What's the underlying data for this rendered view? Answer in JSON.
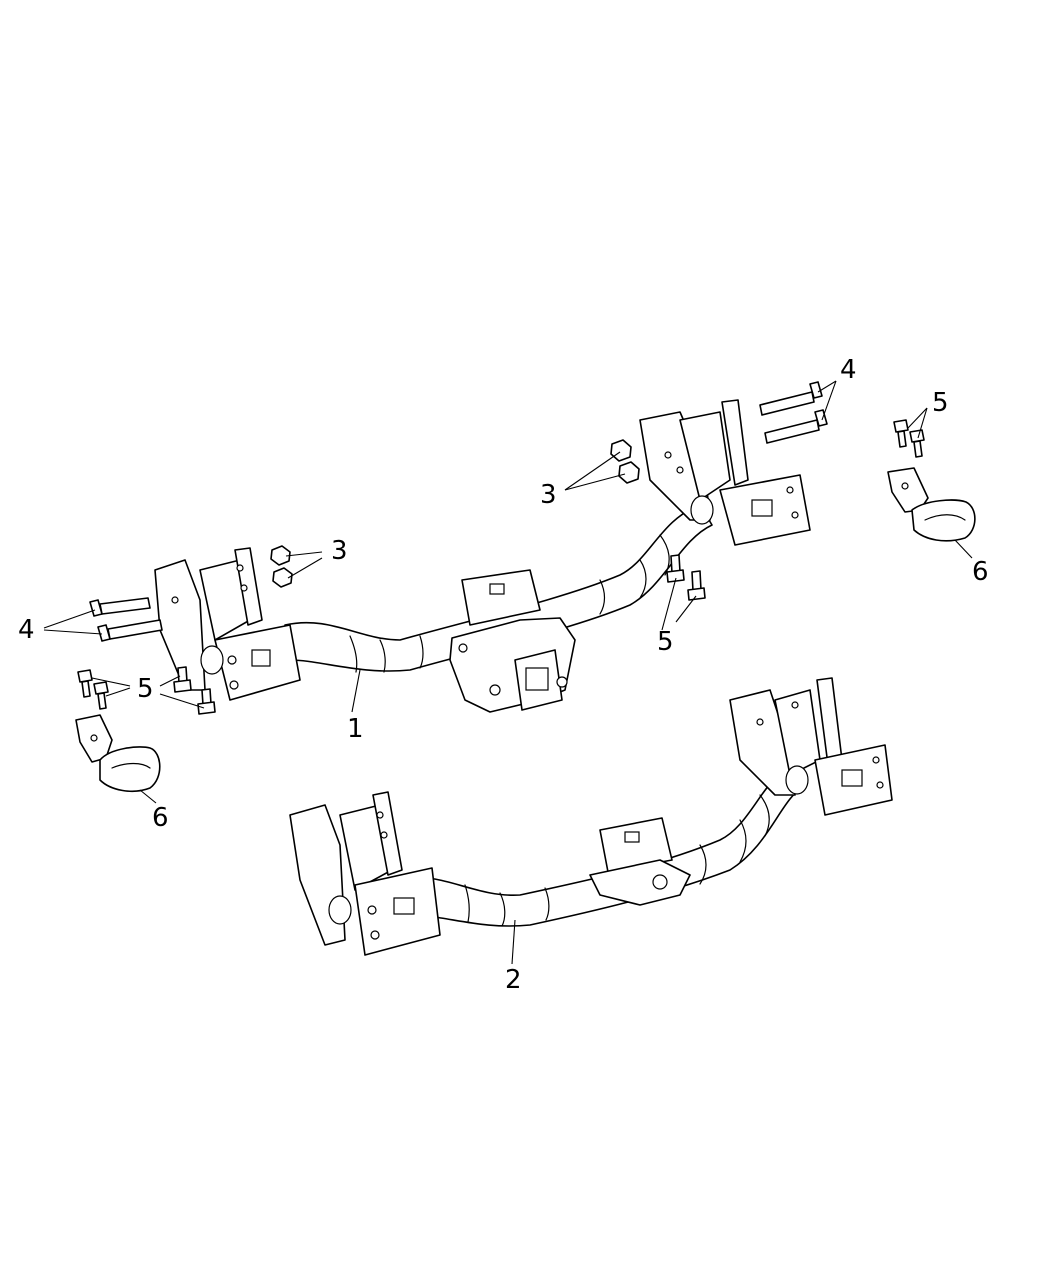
{
  "callouts": {
    "hitch_1": "1",
    "hitch_2": "2",
    "nuts_left": "3",
    "nuts_right": "3",
    "bolts_left_long": "4",
    "bolts_right_long": "4",
    "bolts_left_short": "5",
    "bolts_center_short": "5",
    "bolts_right_short": "5",
    "hook_left": "6",
    "hook_right": "6"
  }
}
